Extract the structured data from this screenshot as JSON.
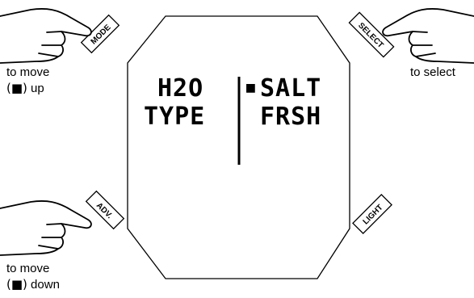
{
  "buttons": {
    "mode": "MODE",
    "select": "SELECT",
    "adv": "ADV.",
    "light": "LIGHT"
  },
  "instructions": {
    "mode_line1": "to move",
    "mode_line2_marker": "(■)",
    "mode_line2_text": " up",
    "select": "to select",
    "adv_line1": "to move",
    "adv_line2_marker": "(■)",
    "adv_line2_text": " down"
  },
  "display": {
    "left_line1": "H2O",
    "left_line2": "TYPE",
    "selector_marker": "■",
    "right_line1": "SALT",
    "right_line2": "FRSH"
  },
  "icons": {
    "hand_left": "pointing-hand-right",
    "hand_right": "pointing-hand-left",
    "selector": "square-marker"
  }
}
